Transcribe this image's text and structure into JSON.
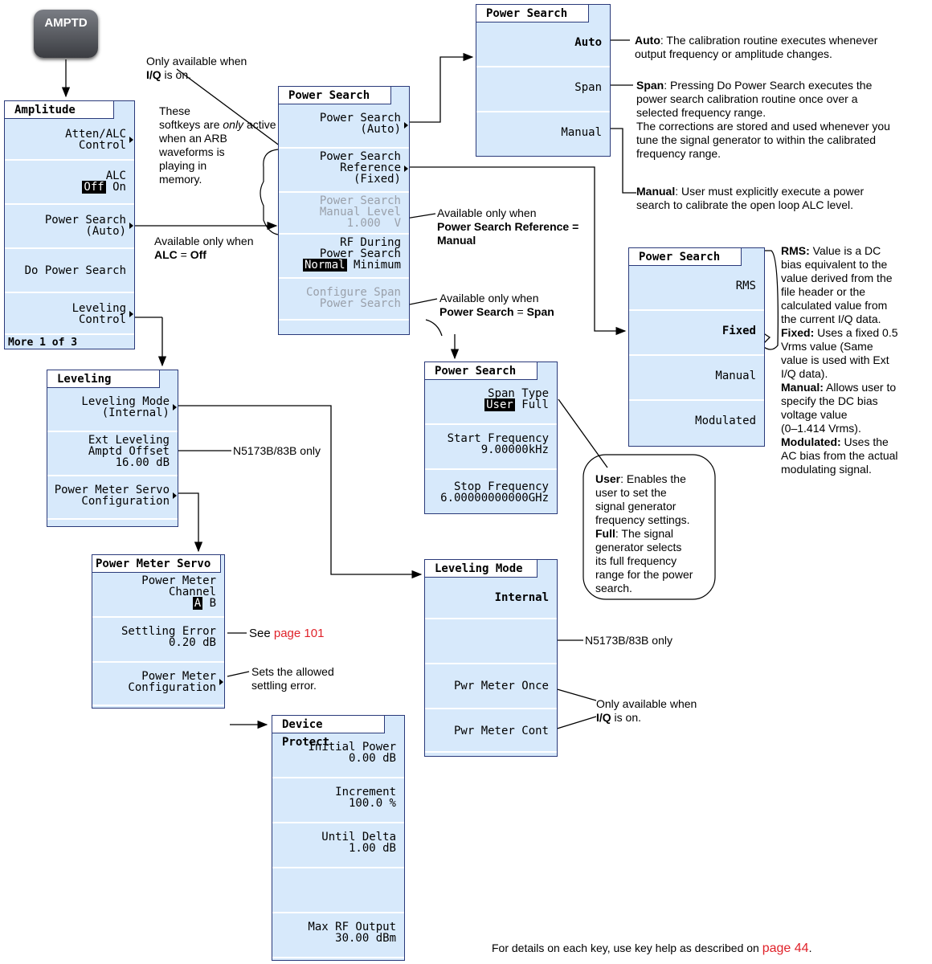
{
  "hardkey": "AMPTD",
  "amplitude": {
    "title": "Amplitude",
    "k1": "Atten/ALC\nControl",
    "k2a": "ALC",
    "k2off": "Off",
    "k2on": " On",
    "k3": "Power Search\n(Auto)",
    "k4": "Do Power Search",
    "k5": "Leveling\nControl",
    "more": "More 1 of 3"
  },
  "ps_main": {
    "title": "Power Search",
    "k1": "Power Search\n(Auto)",
    "k2": "Power Search\nReference\n(Fixed)",
    "k3": "Power Search\nManual Level\n1.000  V",
    "k4": "RF During\nPower Search",
    "k4norm": "Normal",
    "k4min": " Minimum",
    "k5": "Configure Span\nPower Search"
  },
  "ps_top": {
    "title": "Power Search",
    "k1": "Auto",
    "k2": "Span",
    "k3": "Manual"
  },
  "ps_ref": {
    "title": "Power Search",
    "k1": "RMS",
    "k2": "Fixed",
    "k3": "Manual",
    "k4": "Modulated"
  },
  "ps_span": {
    "title": "Power Search",
    "k1a": "Span Type",
    "k1user": "User",
    "k1full": " Full",
    "k2": "Start Frequency\n9.00000kHz",
    "k3": "Stop Frequency\n6.00000000000GHz"
  },
  "leveling": {
    "title": "Leveling",
    "k1": "Leveling Mode\n(Internal)",
    "k2": "Ext Leveling\nAmptd Offset\n16.00 dB",
    "k3": "Power Meter Servo\nConfiguration"
  },
  "pms": {
    "title": "Power Meter Servo",
    "k1": "Power Meter\nChannel",
    "k1a": "A",
    "k1b": " B",
    "k2": "Settling Error\n0.20 dB",
    "k3": "Power Meter\nConfiguration"
  },
  "lmode": {
    "title": "Leveling Mode",
    "k1": "Internal",
    "k3": "Pwr Meter Once",
    "k4": "Pwr Meter Cont"
  },
  "devprot": {
    "title": "Device Protect",
    "k1": "Initial Power\n0.00 dB",
    "k2": "Increment\n100.0 %",
    "k3": "Until Delta\n1.00 dB",
    "k5": "Max RF Output\n30.00 dBm"
  },
  "notes": {
    "only_iq_1a": "Only available when",
    "only_iq_1b": "I/Q",
    "only_iq_1c": " is on.",
    "softkeys_a": "These\nsoftkeys are",
    "softkeys_b": "only",
    "softkeys_c": " active\nwhen an ARB\nwaveforms is\nplaying in\nmemory.",
    "alc_a": "Available only when",
    "alc_b": "ALC",
    "alc_c": " = ",
    "alc_d": "Off",
    "manual_a": "Available only when",
    "manual_b": "Power Search Reference =\nManual",
    "span_a": "Available only when",
    "span_b": "Power Search",
    "span_c": " = ",
    "span_d": "Span",
    "auto_b": "Auto",
    "auto_c": ": The calibration routine executes whenever\noutput frequency or amplitude changes.",
    "spannote_b": "Span",
    "spannote_c": ": Pressing Do Power Search executes the\npower search calibration routine once over a\nselected frequency range.\nThe corrections are stored and used whenever you\ntune the signal generator to within the calibrated\nfrequency range.",
    "manualnote_b": "Manual",
    "manualnote_c": ": User must explicitly execute a power\nsearch to calibrate the open loop ALC level.",
    "rms_b": "RMS:",
    "rms_c": " Value is a DC\nbias equivalent to the\nvalue derived from the\nfile header or the\ncalculated value from\nthe current I/Q data.",
    "fixed_b": "Fixed:",
    "fixed_c": " Uses a fixed 0.5\nVrms value (Same\nvalue is used with Ext\nI/Q data).",
    "man_b": "Manual:",
    "man_c": " Allows user to\nspecify the DC bias\nvoltage value\n(0–1.414 Vrms).",
    "mod_b": "Modulated:",
    "mod_c": " Uses the\nAC bias from the actual\nmodulating signal.",
    "user_b": "User",
    "user_c": ": Enables the\nuser to set the\nsignal generator\nfrequency settings.",
    "full_b": "Full",
    "full_c": ": The signal\ngenerator selects\nits full frequency\nrange for the power\nsearch.",
    "n5173_1": "N5173B/83B only",
    "n5173_2": "N5173B/83B only",
    "see_a": "See ",
    "see_link": "page 101",
    "settle": "Sets the allowed\nsettling error.",
    "only_iq_2a": "Only available when",
    "only_iq_2b": "I/Q",
    "only_iq_2c": " is on.",
    "footer_a": "For details on each key, use key help as described on ",
    "footer_link": "page 44",
    "footer_c": "."
  }
}
